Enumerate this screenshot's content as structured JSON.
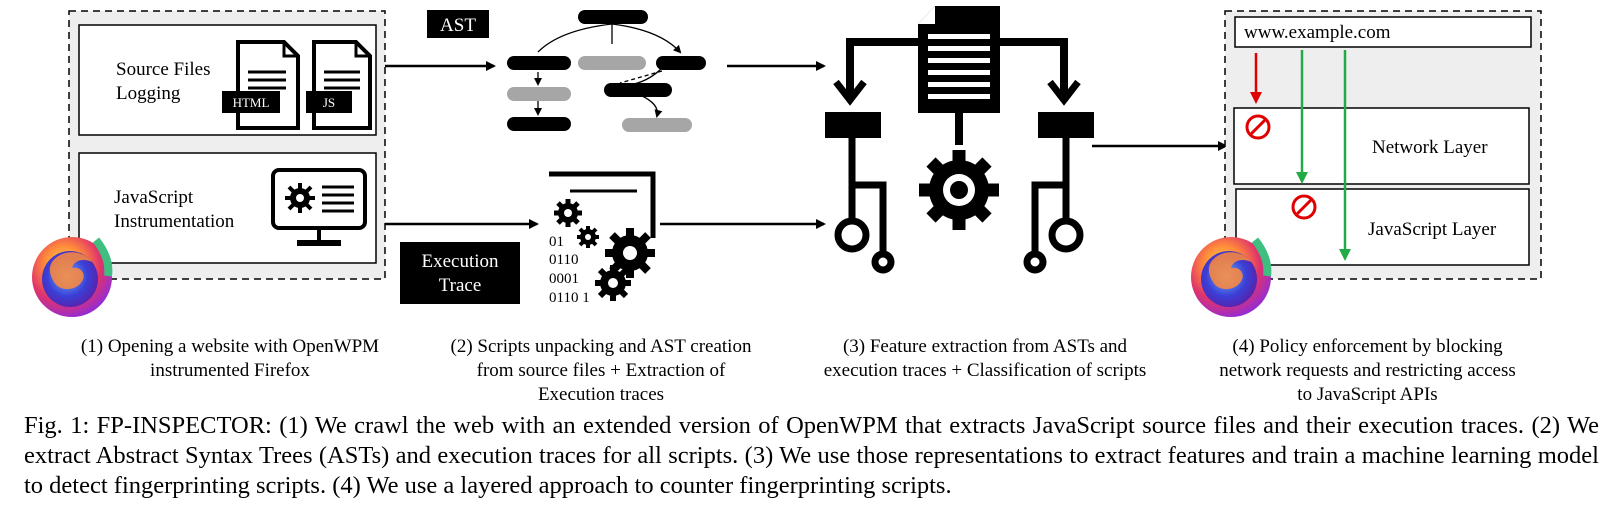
{
  "stage1": {
    "source_label_1": "Source Files",
    "source_label_2": "Logging",
    "html_badge": "HTML",
    "js_badge": "JS",
    "instr_label_1": "JavaScript",
    "instr_label_2": "Instrumentation",
    "caption_1": "(1) Opening a website with OpenWPM",
    "caption_2": "instrumented Firefox"
  },
  "stage2": {
    "ast_tag": "AST",
    "exec_tag_1": "Execution",
    "exec_tag_2": "Trace",
    "binary_1": "01",
    "binary_2": "0110",
    "binary_3": "0001",
    "binary_4": "0110 1",
    "caption_1": "(2) Scripts unpacking and AST creation",
    "caption_2": "from source files + Extraction of",
    "caption_3": "Execution traces"
  },
  "stage3": {
    "caption_1": "(3) Feature extraction from ASTs and",
    "caption_2": "execution traces + Classification of scripts"
  },
  "stage4": {
    "url": "www.example.com",
    "network_layer": "Network Layer",
    "javascript_layer": "JavaScript Layer",
    "caption_1": "(4) Policy enforcement by blocking",
    "caption_2": "network requests and restricting access",
    "caption_3": "to JavaScript APIs"
  },
  "colors": {
    "block_arrow": "#e00000",
    "pass_arrow": "#22aa44",
    "ast_gray": "#a6a6a6",
    "panel_fill": "#eeeeee"
  },
  "caption": {
    "prefix": "Fig. 1: ",
    "name_f": "FP-I",
    "name_rest": "NSPECTOR",
    "body": ": (1) We crawl the web with an extended version of OpenWPM that extracts JavaScript source files and their execution traces. (2) We extract Abstract Syntax Trees (ASTs) and execution traces for all scripts. (3) We use those representations to extract features and train a machine learning model to detect fingerprinting scripts. (4) We use a layered approach to counter fingerprinting scripts."
  }
}
